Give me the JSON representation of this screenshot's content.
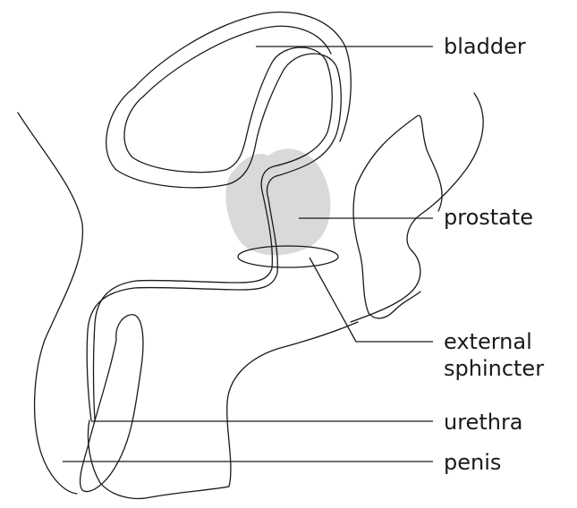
{
  "labels": {
    "bladder": "bladder",
    "prostate": "prostate",
    "external_line1": "external",
    "external_line2": "sphincter",
    "urethra": "urethra",
    "penis": "penis"
  },
  "colors": {
    "line": "#1a1a1a",
    "prostate_fill": "#d9d9d9",
    "background": "#ffffff"
  }
}
